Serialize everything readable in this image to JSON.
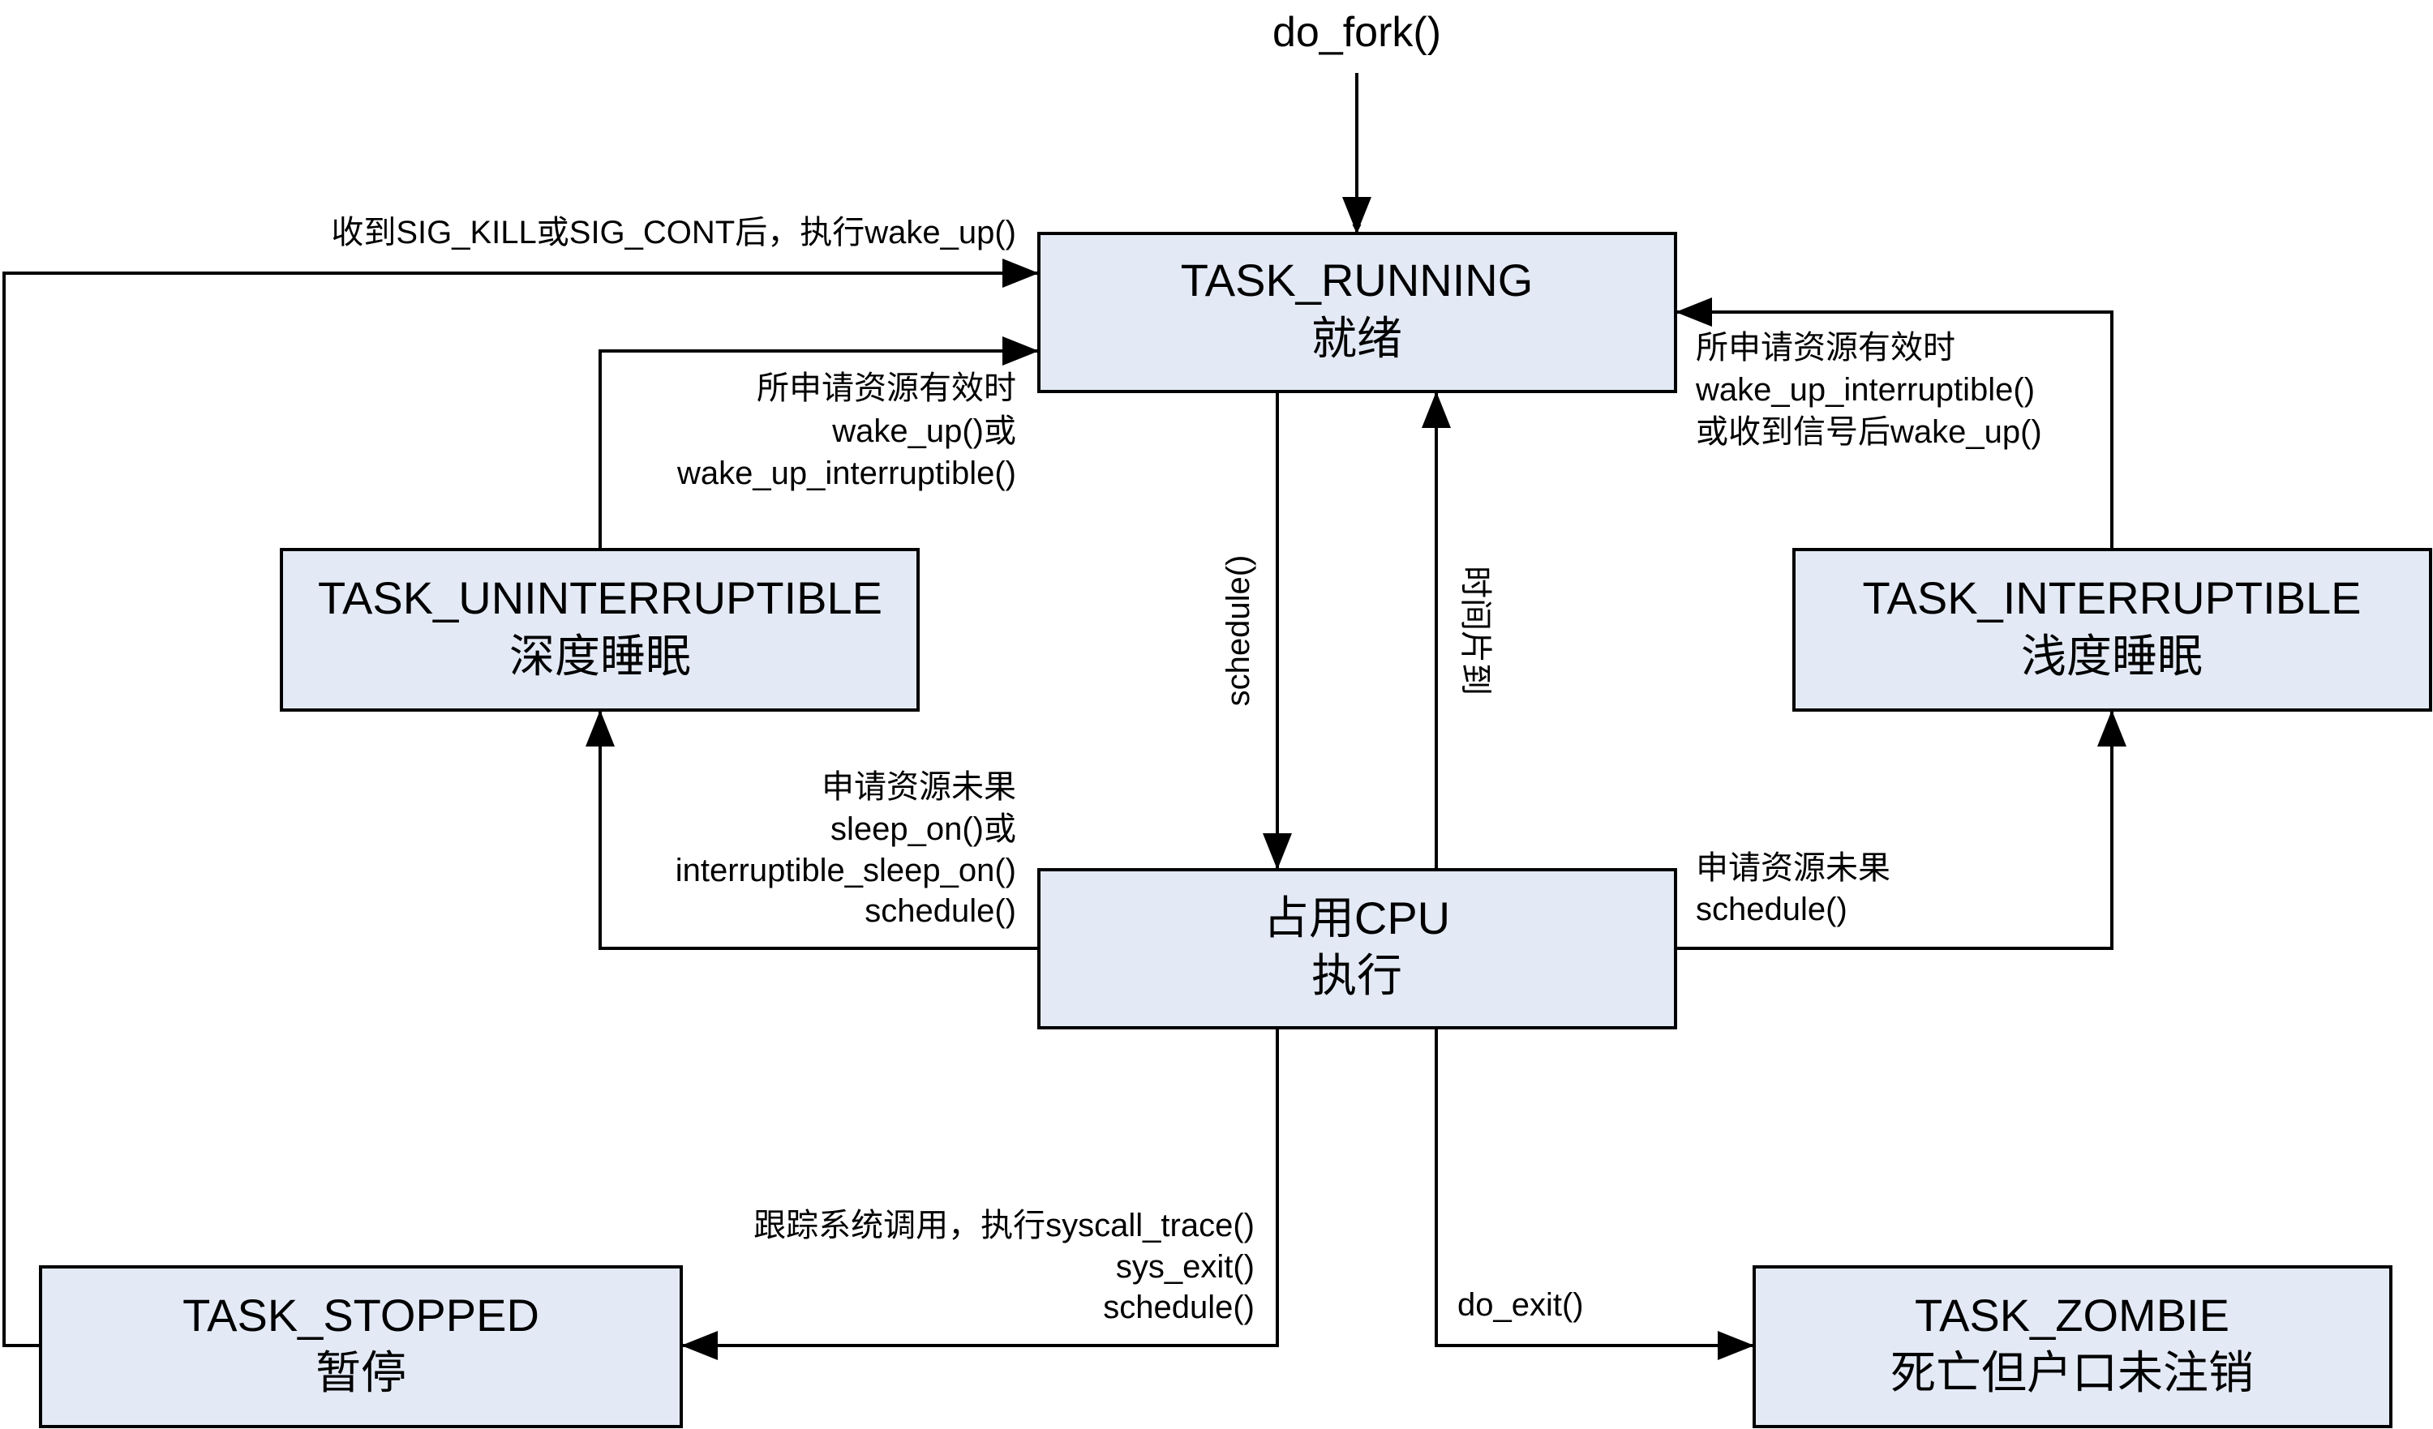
{
  "entry_label": "do_fork()",
  "states": {
    "running": {
      "name": "TASK_RUNNING",
      "desc": "就绪"
    },
    "uninterruptible": {
      "name": "TASK_UNINTERRUPTIBLE",
      "desc": "深度睡眠"
    },
    "interruptible": {
      "name": "TASK_INTERRUPTIBLE",
      "desc": "浅度睡眠"
    },
    "cpu": {
      "name": "占用CPU",
      "desc": "执行"
    },
    "stopped": {
      "name": "TASK_STOPPED",
      "desc": "暂停"
    },
    "zombie": {
      "name": "TASK_ZOMBIE",
      "desc": "死亡但户口未注销"
    }
  },
  "transitions": {
    "stopped_to_running": [
      "收到SIG_KILL或SIG_CONT后，执行wake_up()"
    ],
    "uninterruptible_to_running": [
      "所申请资源有效时",
      "wake_up()或",
      "wake_up_interruptible()"
    ],
    "interruptible_to_running": [
      "所申请资源有效时",
      "wake_up_interruptible()",
      "或收到信号后wake_up()"
    ],
    "running_to_cpu": [
      "schedule()"
    ],
    "cpu_to_running": [
      "时间片到"
    ],
    "cpu_to_uninterruptible": [
      "申请资源未果",
      "sleep_on()或",
      "interruptible_sleep_on()",
      "schedule()"
    ],
    "cpu_to_interruptible": [
      "申请资源未果",
      "schedule()"
    ],
    "cpu_to_stopped": [
      "跟踪系统调用，执行syscall_trace()",
      "sys_exit()",
      "schedule()"
    ],
    "cpu_to_zombie": [
      "do_exit()"
    ]
  }
}
